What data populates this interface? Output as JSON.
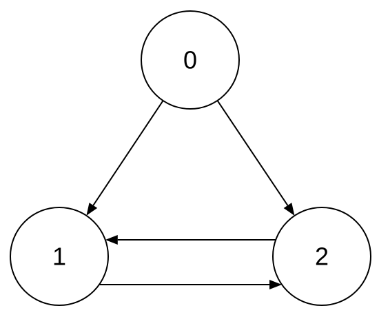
{
  "diagram": {
    "type": "directed-graph",
    "nodes": [
      {
        "id": "0",
        "label": "0"
      },
      {
        "id": "1",
        "label": "1"
      },
      {
        "id": "2",
        "label": "2"
      }
    ],
    "edges": [
      {
        "from": "0",
        "to": "1"
      },
      {
        "from": "0",
        "to": "2"
      },
      {
        "from": "2",
        "to": "1"
      },
      {
        "from": "1",
        "to": "2"
      }
    ],
    "colors": {
      "stroke": "#000000",
      "node_fill": "#ffffff",
      "background": "#ffffff"
    }
  }
}
